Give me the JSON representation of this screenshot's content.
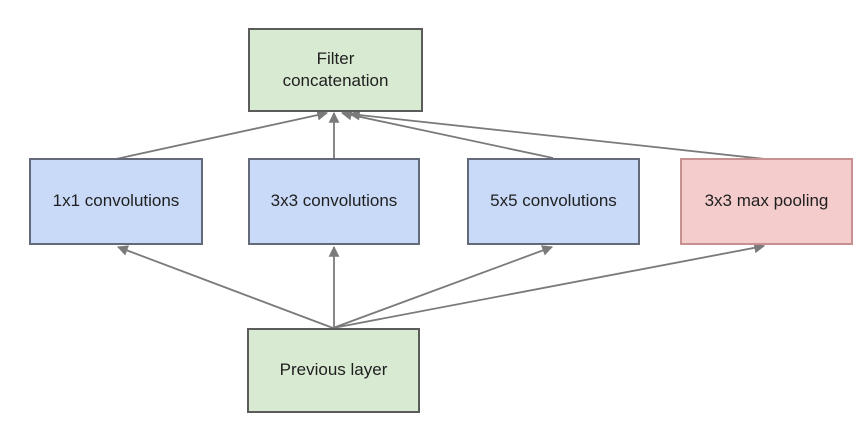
{
  "diagram": {
    "background": "#ffffff",
    "arrow_color": "#7a7a7a",
    "nodes": {
      "filter_concat": {
        "label": "Filter concatenation",
        "fill": "#d9ead3",
        "border": "#5b5b5b"
      },
      "conv1x1": {
        "label": "1x1 convolutions",
        "fill": "#c9daf8",
        "border": "#636b7a"
      },
      "conv3x3": {
        "label": "3x3 convolutions",
        "fill": "#c9daf8",
        "border": "#636b7a"
      },
      "conv5x5": {
        "label": "5x5 convolutions",
        "fill": "#c9daf8",
        "border": "#636b7a"
      },
      "maxpool": {
        "label": "3x3 max pooling",
        "fill": "#f4cccc",
        "border": "#c79191"
      },
      "previous": {
        "label": "Previous layer",
        "fill": "#d9ead3",
        "border": "#5b5b5b"
      }
    },
    "edges": [
      {
        "from": "conv1x1",
        "to": "filter_concat"
      },
      {
        "from": "conv3x3",
        "to": "filter_concat"
      },
      {
        "from": "conv5x5",
        "to": "filter_concat"
      },
      {
        "from": "maxpool",
        "to": "filter_concat"
      },
      {
        "from": "previous",
        "to": "conv1x1"
      },
      {
        "from": "previous",
        "to": "conv3x3"
      },
      {
        "from": "previous",
        "to": "conv5x5"
      },
      {
        "from": "previous",
        "to": "maxpool"
      }
    ]
  }
}
